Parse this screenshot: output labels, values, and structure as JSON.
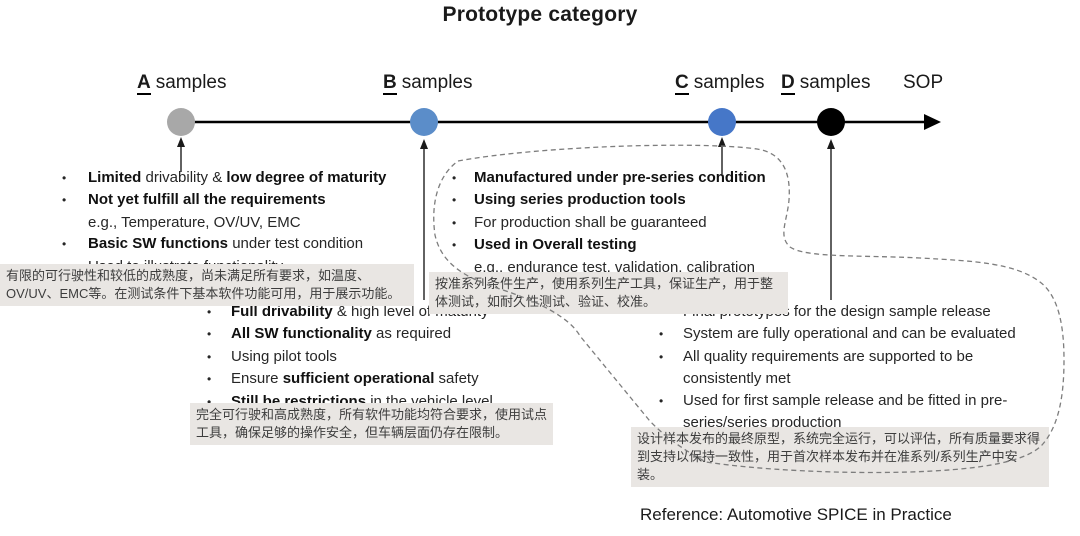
{
  "title": "Prototype category",
  "timeline": {
    "milestones": [
      {
        "letter": "A",
        "word": "samples",
        "dot_color": "#a8a8a8"
      },
      {
        "letter": "B",
        "word": "samples",
        "dot_color": "#5b8dc9"
      },
      {
        "letter": "C",
        "word": "samples",
        "dot_color": "#4677c8"
      },
      {
        "letter": "D",
        "word": "samples",
        "dot_color": "#000000"
      }
    ],
    "end_label": "SOP",
    "line_color": "#000000"
  },
  "bullets": {
    "a": [
      {
        "marker": true,
        "segments": [
          {
            "text": "Limited",
            "bold": true
          },
          {
            "text": " drivability & ",
            "bold": false
          },
          {
            "text": "low degree of maturity",
            "bold": true
          }
        ]
      },
      {
        "marker": true,
        "segments": [
          {
            "text": "Not yet fulfill all the requirements",
            "bold": true
          }
        ]
      },
      {
        "marker": false,
        "segments": [
          {
            "text": "e.g., Temperature, OV/UV, EMC",
            "bold": false
          }
        ]
      },
      {
        "marker": true,
        "segments": [
          {
            "text": "Basic SW functions",
            "bold": true
          },
          {
            "text": " under test condition",
            "bold": false
          }
        ]
      },
      {
        "marker": true,
        "segments": [
          {
            "text": "Used to illustrate functionality",
            "bold": false
          }
        ]
      }
    ],
    "c": [
      {
        "marker": true,
        "segments": [
          {
            "text": "Manufactured under pre-series condition",
            "bold": true
          }
        ]
      },
      {
        "marker": true,
        "segments": [
          {
            "text": "Using series production tools",
            "bold": true
          }
        ]
      },
      {
        "marker": true,
        "segments": [
          {
            "text": "For production shall be guaranteed",
            "bold": false
          }
        ]
      },
      {
        "marker": true,
        "segments": [
          {
            "text": "Used in Overall testing",
            "bold": true
          }
        ]
      },
      {
        "marker": false,
        "segments": [
          {
            "text": "e.g., endurance test, validation, calibration",
            "bold": false
          }
        ]
      }
    ],
    "b": [
      {
        "marker": true,
        "segments": [
          {
            "text": "Full drivability",
            "bold": true
          },
          {
            "text": " & high level of maturity",
            "bold": false
          }
        ]
      },
      {
        "marker": true,
        "segments": [
          {
            "text": "All SW functionality",
            "bold": true
          },
          {
            "text": " as required",
            "bold": false
          }
        ]
      },
      {
        "marker": true,
        "segments": [
          {
            "text": "Using pilot tools",
            "bold": false
          }
        ]
      },
      {
        "marker": true,
        "segments": [
          {
            "text": "Ensure ",
            "bold": false
          },
          {
            "text": "sufficient operational",
            "bold": true
          },
          {
            "text": " safety",
            "bold": false
          }
        ]
      },
      {
        "marker": true,
        "segments": [
          {
            "text": "Still be restrictions",
            "bold": true
          },
          {
            "text": " in the vehicle level",
            "bold": false
          }
        ]
      }
    ],
    "d": [
      {
        "marker": true,
        "segments": [
          {
            "text": "Final prototypes for the design sample release",
            "bold": false
          }
        ]
      },
      {
        "marker": true,
        "segments": [
          {
            "text": "System are fully operational and can be evaluated",
            "bold": false
          }
        ]
      },
      {
        "marker": true,
        "segments": [
          {
            "text": "All quality requirements are supported to be",
            "bold": false
          }
        ]
      },
      {
        "marker": false,
        "segments": [
          {
            "text": "consistently met",
            "bold": false
          }
        ]
      },
      {
        "marker": true,
        "segments": [
          {
            "text": "Used for first sample release and be fitted in pre-",
            "bold": false
          }
        ]
      },
      {
        "marker": false,
        "segments": [
          {
            "text": "series/series production",
            "bold": false
          }
        ]
      }
    ]
  },
  "notes": {
    "a": "有限的可行驶性和较低的成熟度，尚未满足所有要求，如温度、OV/UV、EMC等。在测试条件下基本软件功能可用，用于展示功能。",
    "c": "按准系列条件生产，使用系列生产工具，保证生产，用于整体测试，如耐久性测试、验证、校准。",
    "b": "完全可行驶和高成熟度，所有软件功能均符合要求，使用试点工具，确保足够的操作安全，但车辆层面仍存在限制。",
    "d": "设计样本发布的最终原型，系统完全运行，可以评估，所有质量要求得到支持以保持一致性，用于首次样本发布并在准系列/系列生产中安装。"
  },
  "reference": "Reference: Automotive SPICE in Practice",
  "colors": {
    "note_background": "#e9e6e3",
    "lasso": "#7d7d7d",
    "arrow": "#3b3b3b"
  }
}
